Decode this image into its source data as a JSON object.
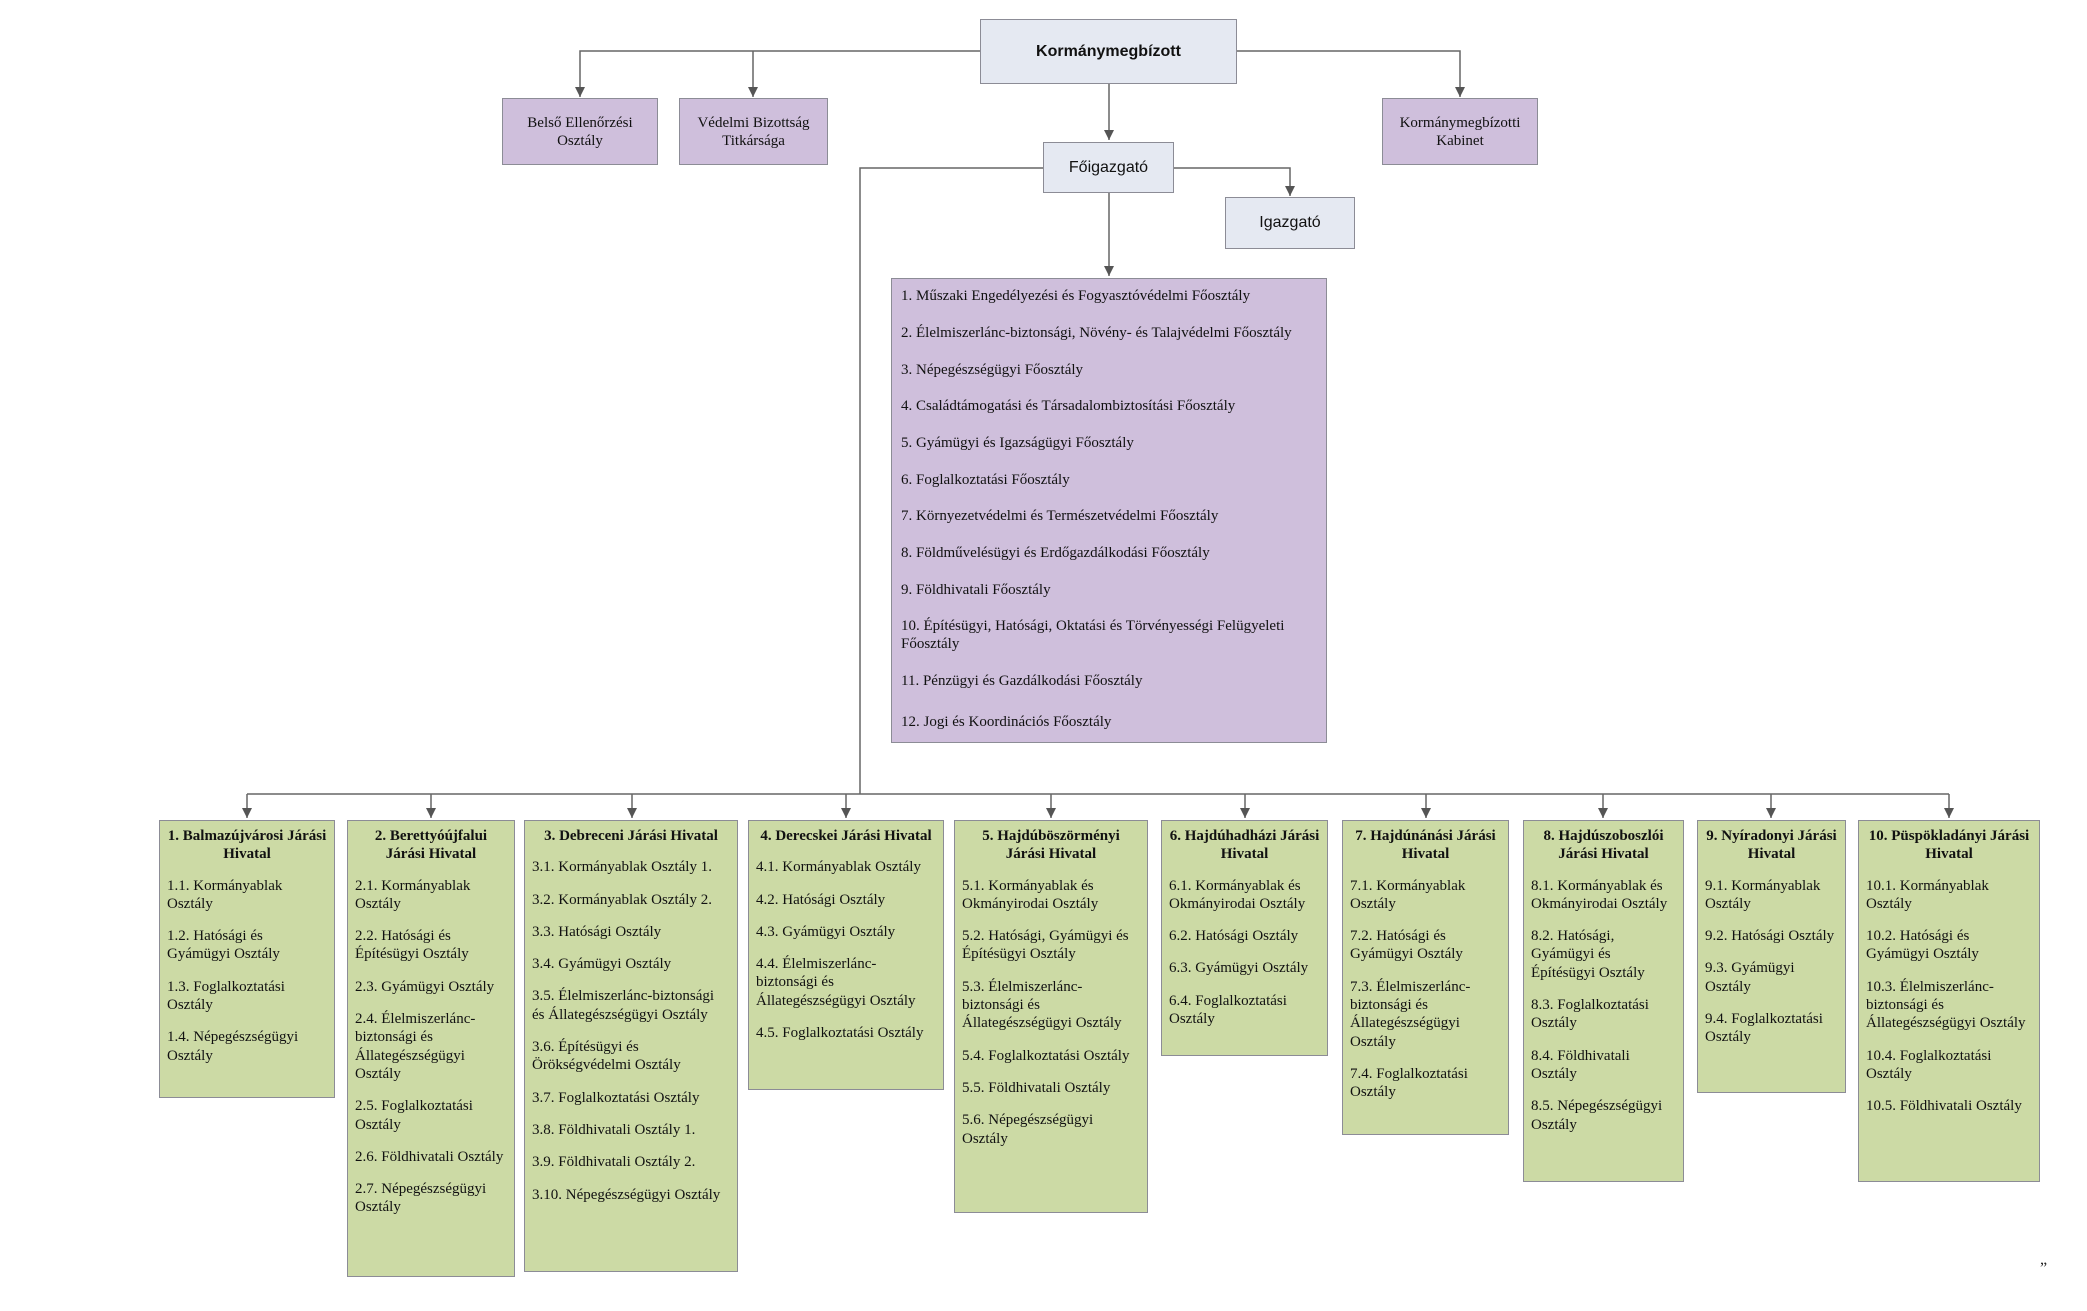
{
  "top": "Kormánymegbízott",
  "belso": "Belső Ellenőrzési Osztály",
  "vedelmi": "Védelmi Bizottság Titkársága",
  "kabinet": "Kormánymegbízotti Kabinet",
  "foigazgato": "Főigazgató",
  "igazgato": "Igazgató",
  "departments": [
    "1. Műszaki Engedélyezési és Fogyasztóvédelmi Főosztály",
    "2. Élelmiszerlánc-biztonsági, Növény- és Talajvédelmi Főosztály",
    "3. Népegészségügyi Főosztály",
    "4. Családtámogatási és Társadalombiztosítási Főosztály",
    "5. Gyámügyi és Igazságügyi Főosztály",
    "6. Foglalkoztatási Főosztály",
    "7. Környezetvédelmi és Természetvédelmi Főosztály",
    "8. Földművelésügyi és Erdőgazdálkodási Főosztály",
    "9. Földhivatali  Főosztály",
    "10. Építésügyi, Hatósági, Oktatási és Törvényességi Felügyeleti Főosztály",
    "11. Pénzügyi és Gazdálkodási Főosztály",
    "12. Jogi és Koordinációs Főosztály"
  ],
  "offices": [
    {
      "title": "1. Balmazújvárosi Járási Hivatal",
      "items": [
        "1.1. Kormányablak Osztály",
        "1.2. Hatósági és Gyámügyi Osztály",
        "1.3. Foglalkoztatási Osztály",
        "1.4. Népegészségügyi Osztály"
      ]
    },
    {
      "title": "2. Berettyóújfalui Járási Hivatal",
      "items": [
        "2.1. Kormányablak Osztály",
        "2.2. Hatósági és Építésügyi Osztály",
        "2.3. Gyámügyi Osztály",
        "2.4. Élelmiszerlánc-biztonsági és Állategészségügyi Osztály",
        "2.5. Foglalkoztatási Osztály",
        "2.6. Földhivatali Osztály",
        "2.7. Népegészségügyi Osztály"
      ]
    },
    {
      "title": "3. Debreceni Járási Hivatal",
      "items": [
        "3.1. Kormányablak Osztály 1.",
        "3.2. Kormányablak Osztály 2.",
        "3.3. Hatósági Osztály",
        "3.4. Gyámügyi Osztály",
        "3.5. Élelmiszerlánc-biztonsági és Állategészségügyi Osztály",
        "3.6. Építésügyi és Örökségvédelmi Osztály",
        "3.7. Foglalkoztatási Osztály",
        "3.8. Földhivatali Osztály 1.",
        "3.9. Földhivatali Osztály 2.",
        "3.10. Népegészségügyi Osztály"
      ]
    },
    {
      "title": "4. Derecskei Járási Hivatal",
      "items": [
        "4.1. Kormányablak Osztály",
        "4.2. Hatósági Osztály",
        "4.3. Gyámügyi Osztály",
        "4.4. Élelmiszerlánc-biztonsági és Állategészségügyi Osztály",
        "4.5. Foglalkoztatási Osztály"
      ]
    },
    {
      "title": "5. Hajdúböszörményi Járási Hivatal",
      "items": [
        "5.1. Kormányablak és Okmányirodai Osztály",
        "5.2. Hatósági, Gyámügyi és Építésügyi Osztály",
        "5.3. Élelmiszerlánc-biztonsági és Állategészségügyi Osztály",
        "5.4. Foglalkoztatási Osztály",
        "5.5. Földhivatali Osztály",
        "5.6. Népegészségügyi Osztály"
      ]
    },
    {
      "title": "6. Hajdúhadházi Járási Hivatal",
      "items": [
        "6.1. Kormányablak és Okmányirodai Osztály",
        "6.2. Hatósági Osztály",
        "6.3. Gyámügyi Osztály",
        "6.4. Foglalkoztatási Osztály"
      ]
    },
    {
      "title": "7. Hajdúnánási Járási Hivatal",
      "items": [
        "7.1. Kormányablak Osztály",
        "7.2. Hatósági és Gyámügyi Osztály",
        "7.3. Élelmiszerlánc-biztonsági és Állategészségügyi Osztály",
        "7.4. Foglalkoztatási Osztály"
      ]
    },
    {
      "title": "8. Hajdúszoboszlói Járási Hivatal",
      "items": [
        "8.1. Kormányablak és Okmányirodai Osztály",
        "8.2. Hatósági, Gyámügyi és Építésügyi Osztály",
        "8.3. Foglalkoztatási Osztály",
        "8.4. Földhivatali Osztály",
        "8.5. Népegészségügyi Osztály"
      ]
    },
    {
      "title": "9. Nyíradonyi Járási Hivatal",
      "items": [
        "9.1. Kormányablak Osztály",
        "9.2. Hatósági Osztály",
        "9.3. Gyámügyi Osztály",
        "9.4. Foglalkoztatási Osztály"
      ]
    },
    {
      "title": "10. Püspökladányi Járási Hivatal",
      "items": [
        "10.1. Kormányablak Osztály",
        "10.2. Hatósági és Gyámügyi Osztály",
        "10.3. Élelmiszerlánc-biztonsági és Állategészségügyi Osztály",
        "10.4. Foglalkoztatási Osztály",
        "10.5. Földhivatali Osztály"
      ]
    }
  ],
  "corner_mark": "”"
}
